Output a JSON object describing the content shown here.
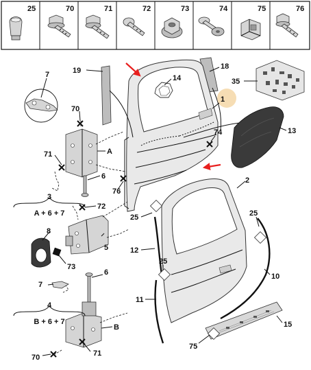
{
  "parts_header": [
    {
      "number": "25",
      "icon": "push-clip-icon"
    },
    {
      "number": "70",
      "icon": "flange-bolt-icon"
    },
    {
      "number": "71",
      "icon": "hex-bolt-icon"
    },
    {
      "number": "72",
      "icon": "screw-icon"
    },
    {
      "number": "73",
      "icon": "nut-icon"
    },
    {
      "number": "74",
      "icon": "washer-screw-icon"
    },
    {
      "number": "75",
      "icon": "clip-icon"
    },
    {
      "number": "76",
      "icon": "bolt-icon"
    }
  ],
  "callouts": [
    {
      "id": "19",
      "text": "19"
    },
    {
      "id": "18",
      "text": "18"
    },
    {
      "id": "14",
      "text": "14"
    },
    {
      "id": "35",
      "text": "35"
    },
    {
      "id": "1",
      "text": "1"
    },
    {
      "id": "13",
      "text": "13"
    },
    {
      "id": "74",
      "text": "74"
    },
    {
      "id": "2",
      "text": "2"
    },
    {
      "id": "7a",
      "text": "7"
    },
    {
      "id": "70a",
      "text": "70"
    },
    {
      "id": "A",
      "text": "A"
    },
    {
      "id": "71a",
      "text": "71"
    },
    {
      "id": "6a",
      "text": "6"
    },
    {
      "id": "76",
      "text": "76"
    },
    {
      "id": "72",
      "text": "72"
    },
    {
      "id": "5",
      "text": "5"
    },
    {
      "id": "8",
      "text": "8"
    },
    {
      "id": "73",
      "text": "73"
    },
    {
      "id": "25a",
      "text": "25"
    },
    {
      "id": "12",
      "text": "12"
    },
    {
      "id": "25b",
      "text": "25"
    },
    {
      "id": "25c",
      "text": "25"
    },
    {
      "id": "10",
      "text": "10"
    },
    {
      "id": "11",
      "text": "11"
    },
    {
      "id": "6b",
      "text": "6"
    },
    {
      "id": "7b",
      "text": "7"
    },
    {
      "id": "B",
      "text": "B"
    },
    {
      "id": "15",
      "text": "15"
    },
    {
      "id": "75",
      "text": "75"
    },
    {
      "id": "71b",
      "text": "71"
    },
    {
      "id": "70b",
      "text": "70"
    }
  ],
  "groups": [
    {
      "number": "3",
      "formula": "A + 6 + 7"
    },
    {
      "number": "4",
      "formula": "B + 6 + 7"
    }
  ],
  "colors": {
    "arrow": "#e8201f",
    "highlight": "#f6ddb4"
  }
}
